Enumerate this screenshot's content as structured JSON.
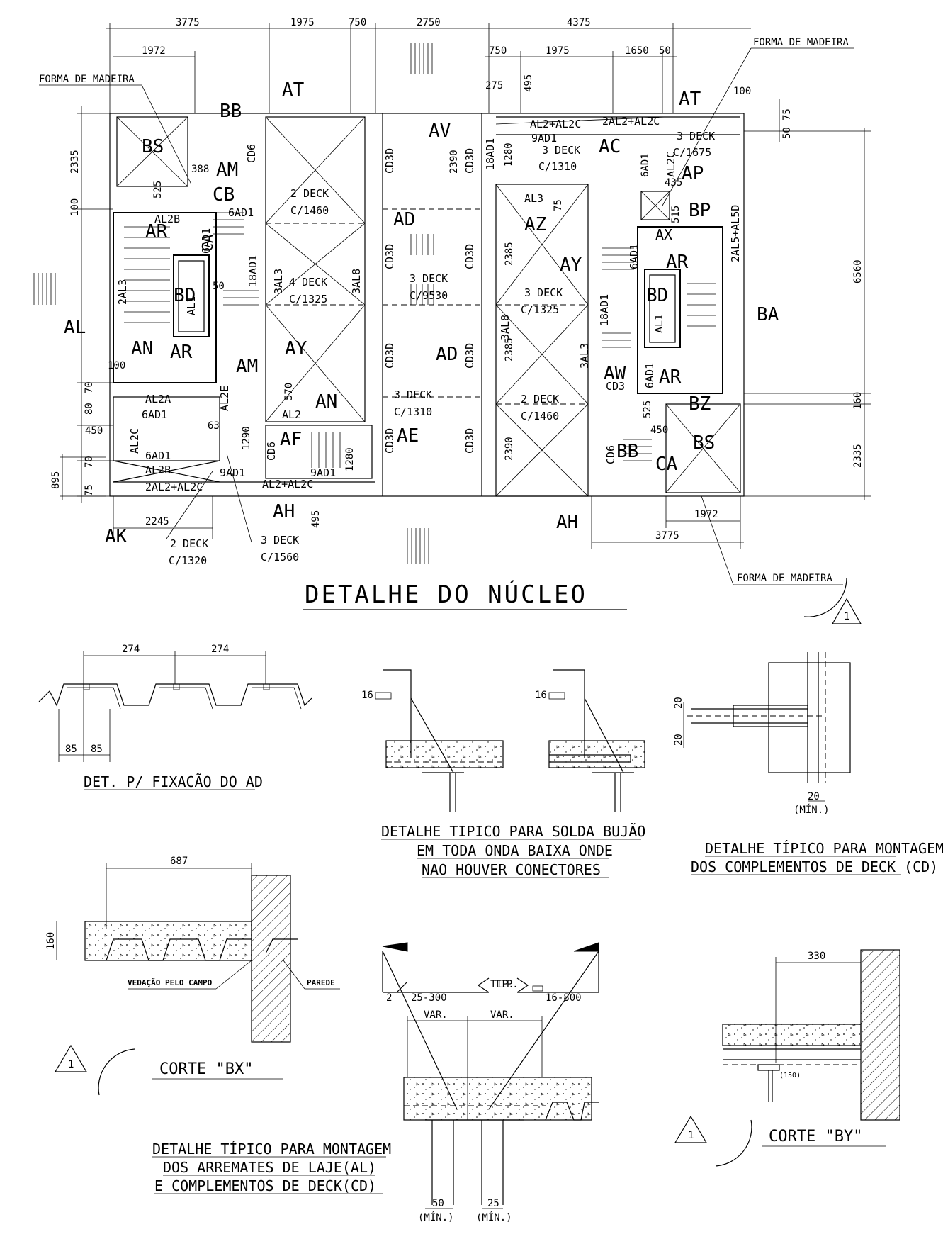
{
  "main_plan": {
    "title": "DETALHE DO NÚCLEO",
    "detail_number": "1",
    "dims_top": [
      "3775",
      "1975",
      "750",
      "2750",
      "4375"
    ],
    "dims_top2_left": "1972",
    "dims_top2_right": [
      "750",
      "1975",
      "1650",
      "50"
    ],
    "dims_left": [
      "2335",
      "100",
      "895",
      "70",
      "80",
      "70",
      "75",
      "100",
      "450"
    ],
    "dims_right": [
      "6560",
      "2335",
      "160",
      "50",
      "75",
      "100"
    ],
    "dims_bottom": [
      "2245",
      "1972",
      "3775",
      "495"
    ],
    "forma_labels": [
      "FORMA DE MADEIRA",
      "FORMA DE MADEIRA",
      "FORMA DE MADEIRA"
    ],
    "deck_labels": [
      "2 DECK",
      "C/1460",
      "4 DECK",
      "C/1325",
      "3 DECK",
      "C/9530",
      "3 DECK",
      "C/1310",
      "3 DECK",
      "C/1310",
      "3 DECK",
      "C/1325",
      "2 DECK",
      "C/1460",
      "3 DECK",
      "C/1675",
      "2 DECK",
      "C/1320",
      "3 DECK",
      "C/1560"
    ],
    "section_marks": [
      "AT",
      "AT",
      "BB",
      "BS",
      "AM",
      "CB",
      "AR",
      "CA",
      "BD",
      "AN",
      "AR",
      "AM",
      "AY",
      "AN",
      "AF",
      "AH",
      "AK",
      "AL",
      "AV",
      "AD",
      "AD",
      "AE",
      "AZ",
      "AY",
      "AC",
      "AP",
      "BP",
      "AX",
      "AR",
      "BD",
      "AR",
      "AW",
      "BZ",
      "BS",
      "BB",
      "CA",
      "AH",
      "BA"
    ],
    "member_labels": [
      "CD6",
      "6AD1",
      "18AD1",
      "3AL3",
      "3AL8",
      "AL2B",
      "6AD1",
      "AL1",
      "2AL3",
      "AL2A",
      "6AD1",
      "AL2C",
      "AL2E",
      "6AD1",
      "AL2B",
      "2AL2+AL2C",
      "9AD1",
      "AL2+AL2C",
      "9AD1",
      "AL2",
      "CD6",
      "CD3D",
      "CD3D",
      "CD3D",
      "CD3D",
      "CD3D",
      "CD3D",
      "CD3D",
      "CD3D",
      "AL2+AL2C",
      "9AD1",
      "18AD1",
      "AL3",
      "3AL8",
      "3AL3",
      "18AD1",
      "2AL2+AL2C",
      "6AD1",
      "AL2C",
      "2AL5+AL5D",
      "AL1",
      "6AD1",
      "CD3",
      "CD6"
    ],
    "misc_dims": [
      "388",
      "525",
      "50",
      "63",
      "1290",
      "570",
      "1280",
      "275",
      "495",
      "1280",
      "2390",
      "2385",
      "2385",
      "2390",
      "75",
      "435",
      "515",
      "525",
      "450",
      "6AD1"
    ]
  },
  "det_fixacao": {
    "title": "DET. P/ FIXACÃO DO AD",
    "dims": [
      "274",
      "274",
      "85",
      "85"
    ]
  },
  "det_solda": {
    "title_lines": [
      "DETALHE TIPICO PARA SOLDA BUJÃO",
      "EM TODA ONDA BAIXA ONDE",
      "NAO HOUVER CONECTORES"
    ],
    "dims": [
      "16",
      "16"
    ]
  },
  "det_cd": {
    "title_lines": [
      "DETALHE TÍPICO PARA MONTAGEM",
      "DOS COMPLEMENTOS DE DECK (CD)"
    ],
    "dims": [
      "20",
      "20",
      "20",
      "(MÍN.)"
    ]
  },
  "corte_bx": {
    "title": "CORTE \"BX\"",
    "dims": [
      "687",
      "160"
    ],
    "notes": [
      "VEDAÇÃO PELO CAMPO",
      "PAREDE"
    ],
    "detail_number": "1"
  },
  "det_al": {
    "title_lines": [
      "DETALHE TÍPICO PARA MONTAGEM",
      "DOS ARREMATES DE LAJE(AL)",
      "E COMPLEMENTOS DE DECK(CD)"
    ],
    "weld_left": "2",
    "weld_left_spec": "25-300",
    "tip_left": "TIP.",
    "tip_right": "TIP.",
    "weld_right_spec": "16-800",
    "var_left": "VAR.",
    "var_right": "VAR.",
    "min_left": "50",
    "min_right": "25",
    "min_label": "(MÍN.)"
  },
  "corte_by": {
    "title": "CORTE \"BY\"",
    "dims": [
      "330",
      "(150)"
    ],
    "detail_number": "1"
  }
}
